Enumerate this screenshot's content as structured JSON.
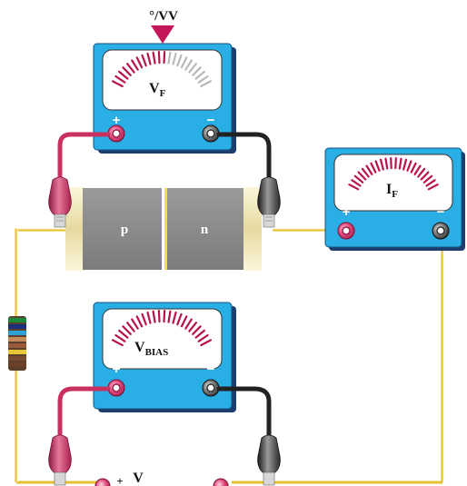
{
  "top_reading": "°/VV",
  "diode": {
    "p_label": "p",
    "n_label": "n"
  },
  "meters": {
    "vf": {
      "main": "V",
      "sub": "F",
      "plus": "+",
      "minus": "−"
    },
    "if": {
      "main": "I",
      "sub": "F",
      "plus": "+",
      "minus": "−"
    },
    "vbias": {
      "main": "V",
      "sub": "BIAS",
      "plus": "+",
      "minus": "−"
    }
  },
  "bottom_fragment": {
    "plus": "+",
    "main": "V"
  },
  "colors": {
    "meter_body": "#29aee6",
    "meter_shadow": "#1c3d6e",
    "scale_red": "#b8134f",
    "scale_gray": "#b9b9b9",
    "wire": "#e6bf2e",
    "lead_red": "#c8305f",
    "lead_black": "#222222",
    "diode_gray": "#8a8a8a",
    "diode_cap": "#efe7c0",
    "pointer": "#c4175a"
  }
}
